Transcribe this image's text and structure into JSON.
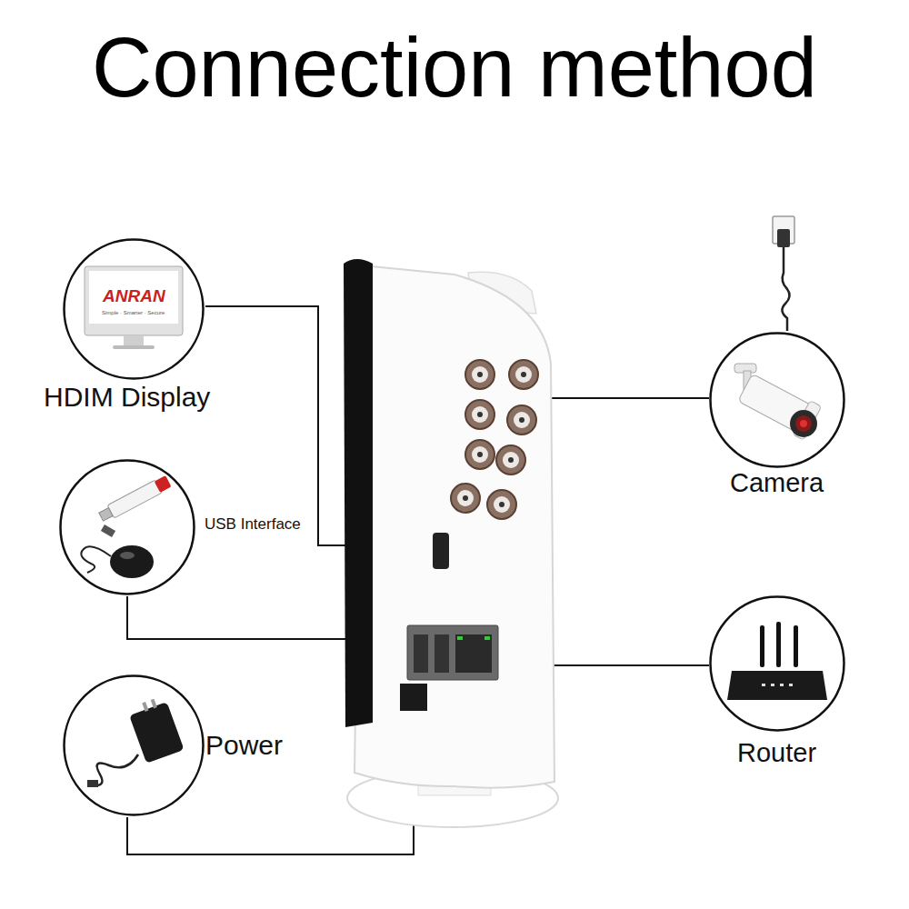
{
  "diagram": {
    "title": "Connection method",
    "nodes": [
      {
        "text": [
          "HDIM Display"
        ]
      },
      {
        "text": [
          "Camera"
        ]
      },
      {
        "text": [
          "USB Interface"
        ]
      },
      {
        "text": [
          "Router"
        ]
      },
      {
        "text": [
          "Power"
        ]
      }
    ],
    "labels": [
      "ANRAN",
      "Simple · Smarter · Secure"
    ]
  }
}
